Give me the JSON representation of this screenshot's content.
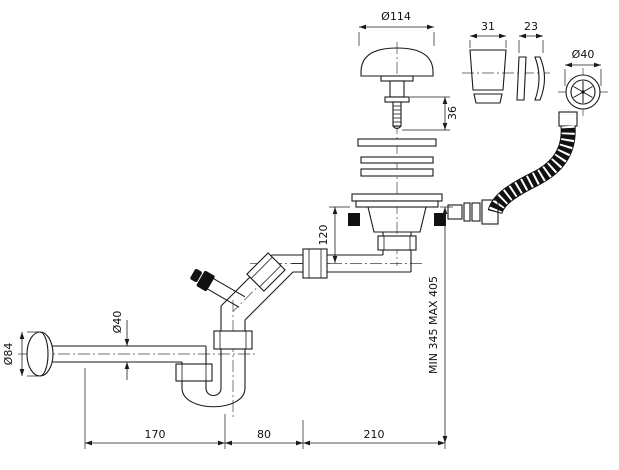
{
  "diagram": {
    "dim_labels": {
      "strainer_diameter": "Ø114",
      "screw_length": "36",
      "cone_gasket_width": "31",
      "washer_width": "23",
      "hose_diameter": "Ø40",
      "flange_to_pipe": "120",
      "height_range": "MIN 345 MAX 405",
      "wall_rosette_diameter": "Ø84",
      "pipe_diameter": "Ø40",
      "span_left": "170",
      "span_middle": "80",
      "span_right": "210"
    }
  }
}
